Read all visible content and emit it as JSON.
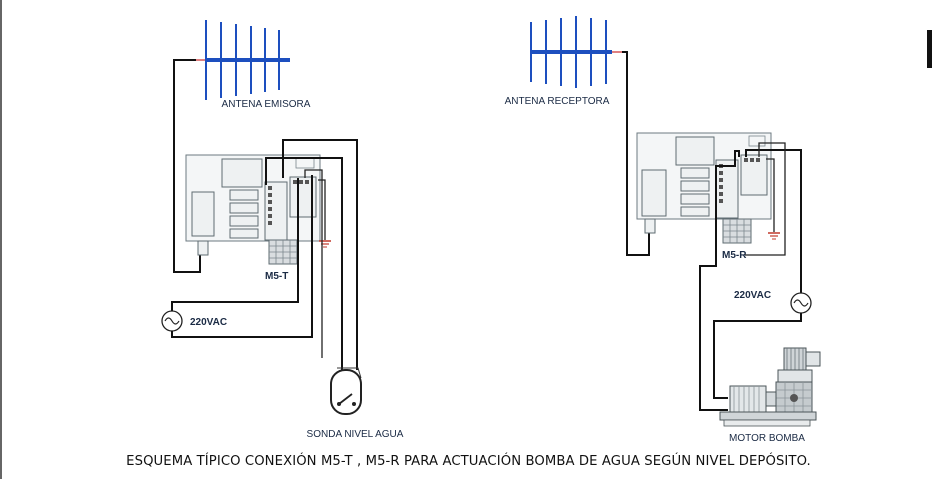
{
  "labels": {
    "antenna_tx": "ANTENA EMISORA",
    "antenna_rx": "ANTENA RECEPTORA",
    "module_tx": "M5-T",
    "module_rx": "M5-R",
    "power_left": "220VAC",
    "power_right": "220VAC",
    "sensor": "SONDA NIVEL AGUA",
    "motor": "MOTOR BOMBA"
  },
  "caption": "ESQUEMA TÍPICO CONEXIÓN M5-T , M5-R PARA ACTUACIÓN BOMBA DE AGUA SEGÚN NIVEL DEPÓSITO.",
  "colors": {
    "antenna": "#1d4fbf",
    "wire": "#111111"
  }
}
